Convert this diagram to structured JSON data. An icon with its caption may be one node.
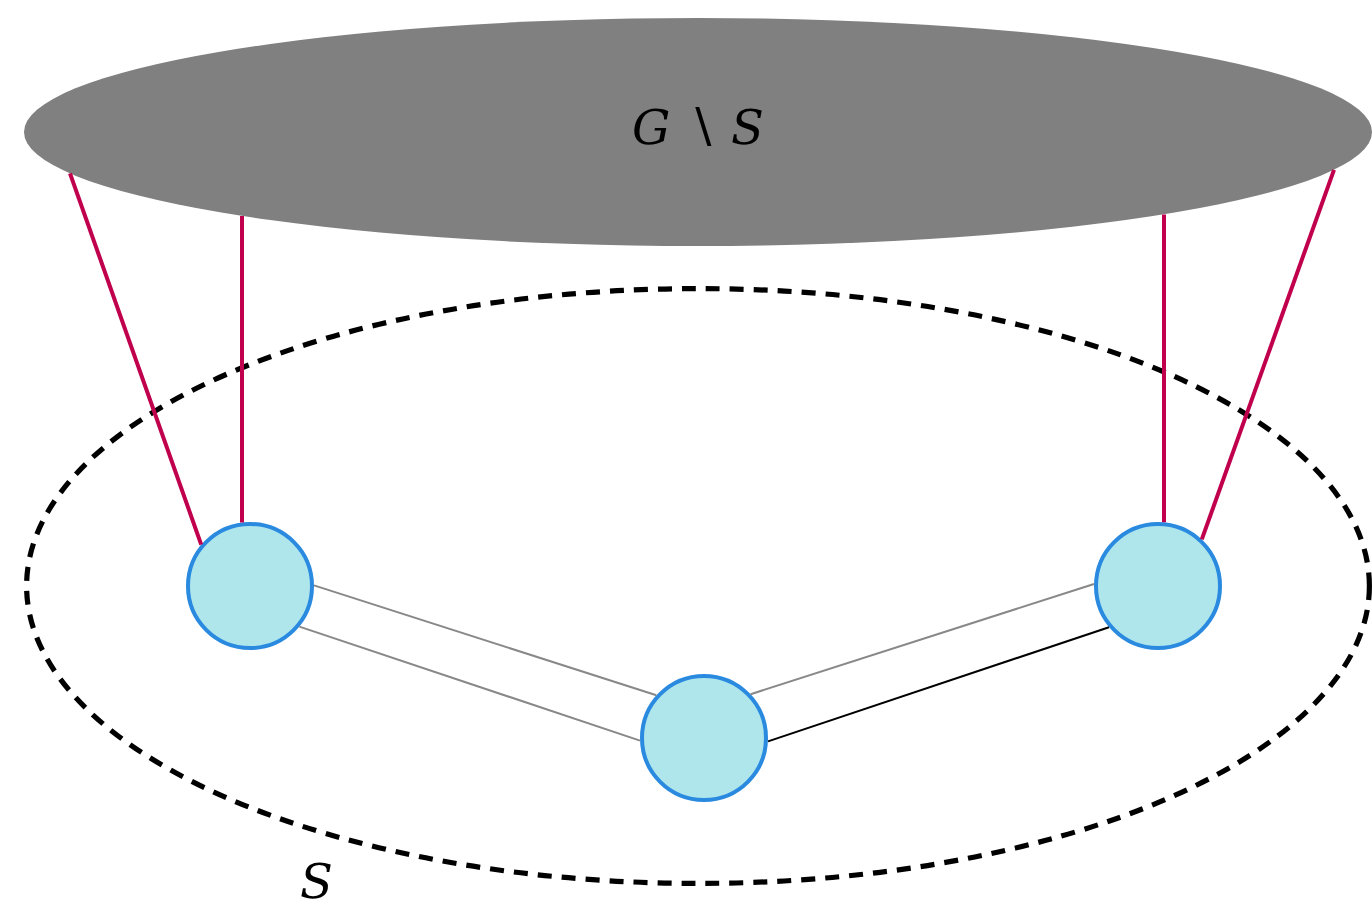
{
  "diagram": {
    "nodes": [
      {
        "text": [
          "*G* ∖ *S*"
        ]
      },
      {
        "text": [],
        "shape": "ellipse",
        "beside": [
          "S"
        ]
      },
      {
        "text": [],
        "shape": "circle",
        "in": 1
      },
      {
        "text": [],
        "shape": "circle",
        "in": 1
      },
      {
        "text": [],
        "shape": "circle",
        "in": 1
      }
    ],
    "edges": [
      {
        "from": 0,
        "to": 2,
        "arrow": "none"
      },
      {
        "from": 0,
        "to": 2,
        "arrow": "none"
      },
      {
        "from": 0,
        "to": 4,
        "arrow": "none"
      },
      {
        "from": 0,
        "to": 4,
        "arrow": "none"
      },
      {
        "from": 2,
        "to": 3,
        "arrow": "none",
        "color": "#888888"
      },
      {
        "from": 2,
        "to": 3,
        "arrow": "none",
        "color": "#888888"
      },
      {
        "from": 3,
        "to": 4,
        "arrow": "none",
        "color": "#888888"
      },
      {
        "from": 3,
        "to": 4,
        "arrow": "none",
        "color": "#000000"
      }
    ]
  }
}
